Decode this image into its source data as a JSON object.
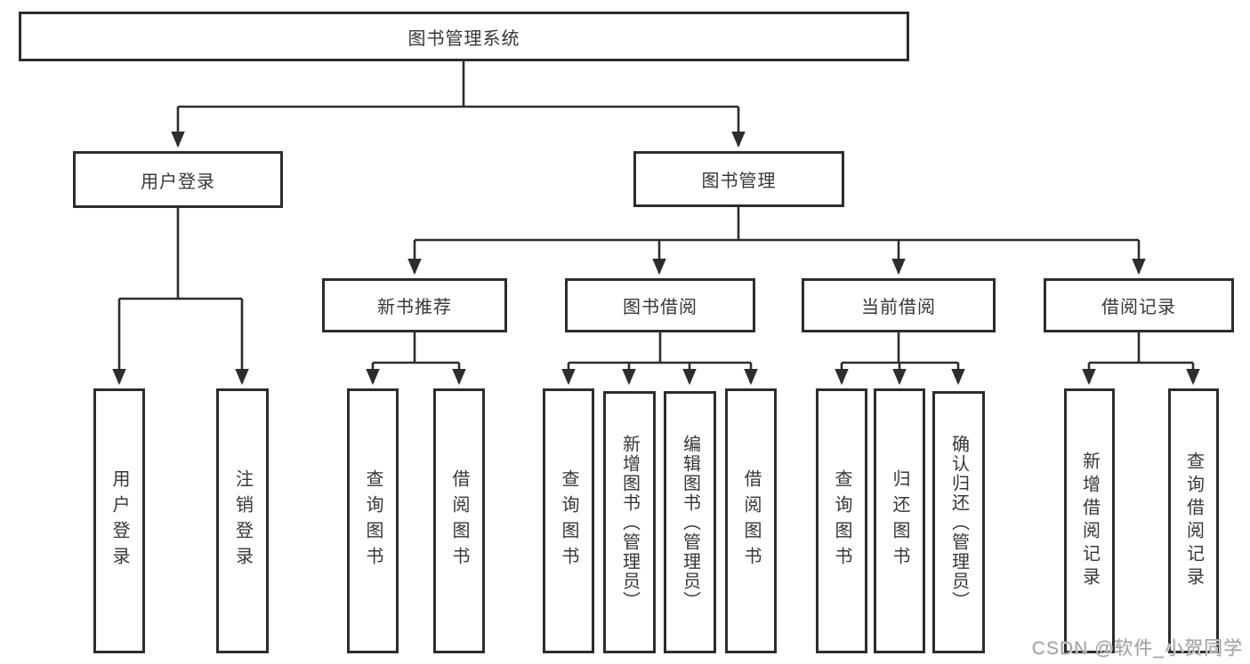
{
  "diagram": {
    "title_node": {
      "label": "图书管理系统"
    },
    "level2": [
      {
        "label": "用户登录"
      },
      {
        "label": "图书管理"
      }
    ],
    "level3": [
      {
        "label": "新书推荐"
      },
      {
        "label": "图书借阅"
      },
      {
        "label": "当前借阅"
      },
      {
        "label": "借阅记录"
      }
    ],
    "leaves": [
      {
        "label": "用户登录",
        "parent": "用户登录"
      },
      {
        "label": "注销登录",
        "parent": "用户登录"
      },
      {
        "label": "查询图书",
        "parent": "新书推荐"
      },
      {
        "label": "借阅图书",
        "parent": "新书推荐"
      },
      {
        "label": "查询图书",
        "parent": "图书借阅"
      },
      {
        "label": "新增图书（管理员）",
        "parent": "图书借阅"
      },
      {
        "label": "编辑图书（管理员）",
        "parent": "图书借阅"
      },
      {
        "label": "借阅图书",
        "parent": "图书借阅"
      },
      {
        "label": "查询图书",
        "parent": "当前借阅"
      },
      {
        "label": "归还图书",
        "parent": "当前借阅"
      },
      {
        "label": "确认归还（管理员）",
        "parent": "当前借阅"
      },
      {
        "label": "新增借阅记录",
        "parent": "借阅记录"
      },
      {
        "label": "查询借阅记录",
        "parent": "借阅记录"
      }
    ]
  },
  "watermark": {
    "text": "CSDN @软件_小贺同学"
  },
  "colors": {
    "line": "#2d2d2d",
    "text": "#36363c",
    "background": "#ffffff",
    "watermark": "#a3a3a3"
  }
}
